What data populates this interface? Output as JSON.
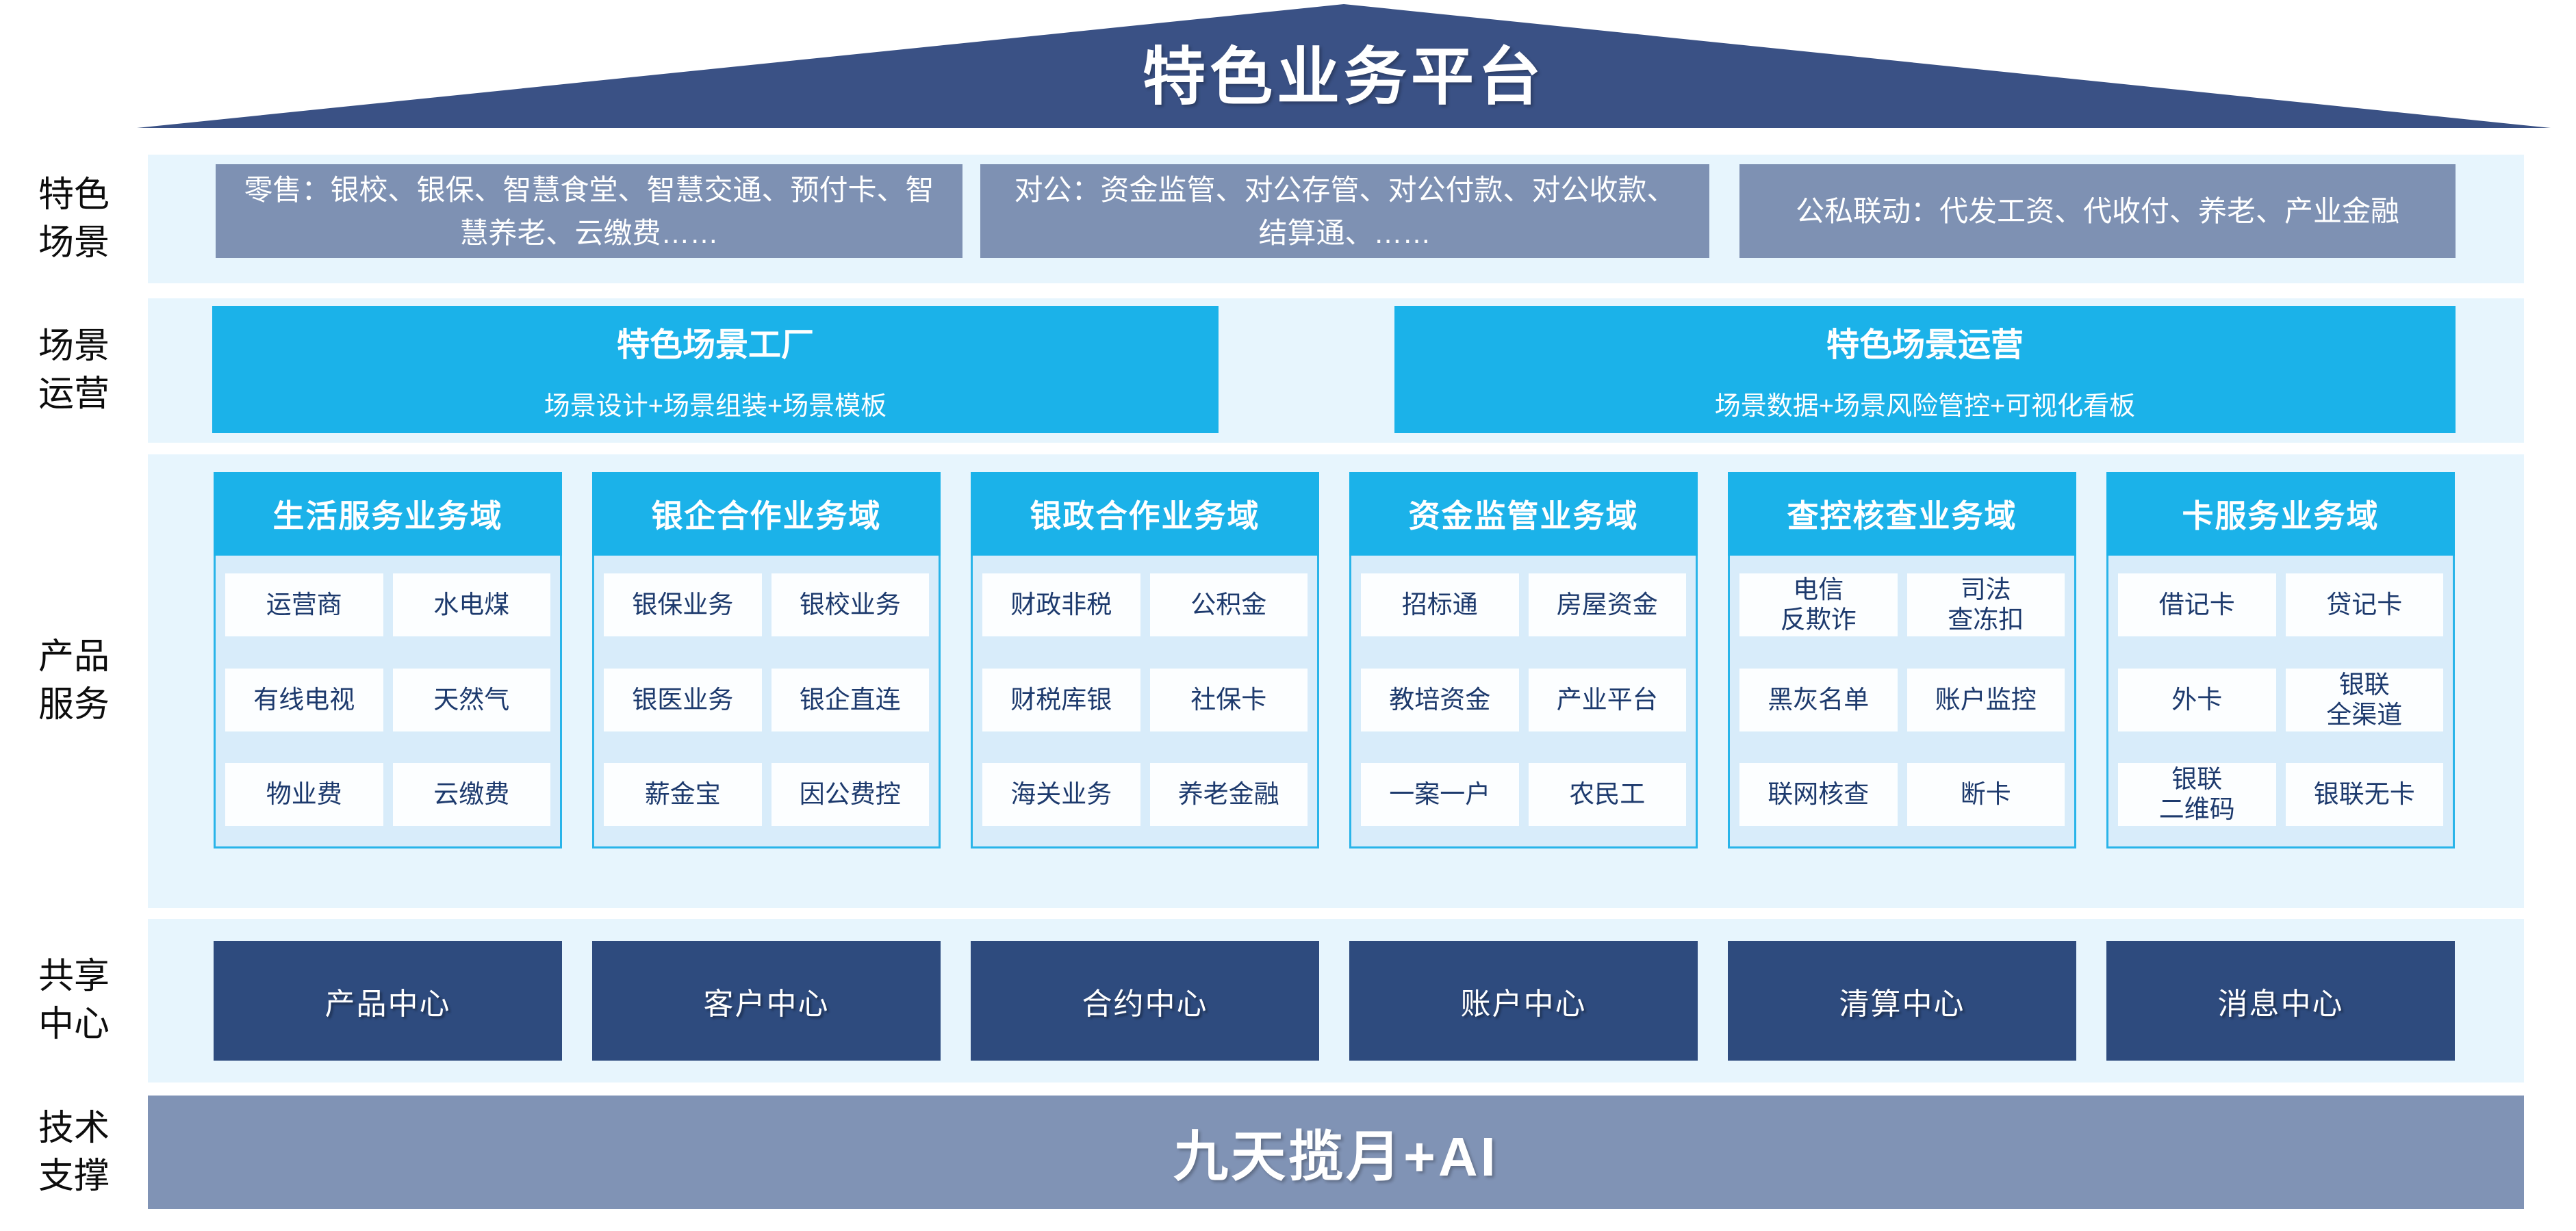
{
  "title": "特色业务平台",
  "colors": {
    "roof_navy": "#3a5185",
    "scene_gray_blue": "#7e91b3",
    "accent_cyan": "#1bb2e9",
    "band_light_blue": "#e7f5fd",
    "column_body_blue": "#d8ecfa",
    "column_border_cyan": "#29b4e9",
    "chip_white": "#fcfeff",
    "chip_text_navy": "#1d3a6d",
    "center_navy": "#2e4b7e",
    "tech_gray_blue": "#8093b5"
  },
  "side_labels": [
    "特色\n场景",
    "场景\n运营",
    "产品\n服务",
    "共享\n中心",
    "技术\n支撑"
  ],
  "scenes_row": {
    "boxes": [
      "零售：银校、银保、智慧食堂、智慧交通、预付卡、智慧养老、云缴费……",
      "对公：资金监管、对公存管、对公付款、对公收款、结算通、……",
      "公私联动：代发工资、代收付、养老、产业金融"
    ]
  },
  "operation_row": {
    "left": {
      "title": "特色场景工厂",
      "subtitle": "场景设计+场景组装+场景模板"
    },
    "right": {
      "title": "特色场景运营",
      "subtitle": "场景数据+场景风险管控+可视化看板"
    }
  },
  "product_domains": [
    {
      "header": "生活服务业务域",
      "items": [
        "运营商",
        "水电煤",
        "有线电视",
        "天然气",
        "物业费",
        "云缴费"
      ]
    },
    {
      "header": "银企合作业务域",
      "items": [
        "银保业务",
        "银校业务",
        "银医业务",
        "银企直连",
        "薪金宝",
        "因公费控"
      ]
    },
    {
      "header": "银政合作业务域",
      "items": [
        "财政非税",
        "公积金",
        "财税库银",
        "社保卡",
        "海关业务",
        "养老金融"
      ]
    },
    {
      "header": "资金监管业务域",
      "items": [
        "招标通",
        "房屋资金",
        "教培资金",
        "产业平台",
        "一案一户",
        "农民工"
      ]
    },
    {
      "header": "查控核查业务域",
      "items": [
        "电信\n反欺诈",
        "司法\n查冻扣",
        "黑灰名单",
        "账户监控",
        "联网核查",
        "断卡"
      ]
    },
    {
      "header": "卡服务业务域",
      "items": [
        "借记卡",
        "贷记卡",
        "外卡",
        "银联\n全渠道",
        "银联\n二维码",
        "银联无卡"
      ]
    }
  ],
  "shared_centers": [
    "产品中心",
    "客户中心",
    "合约中心",
    "账户中心",
    "清算中心",
    "消息中心"
  ],
  "tech_support": "九天揽月+AI"
}
